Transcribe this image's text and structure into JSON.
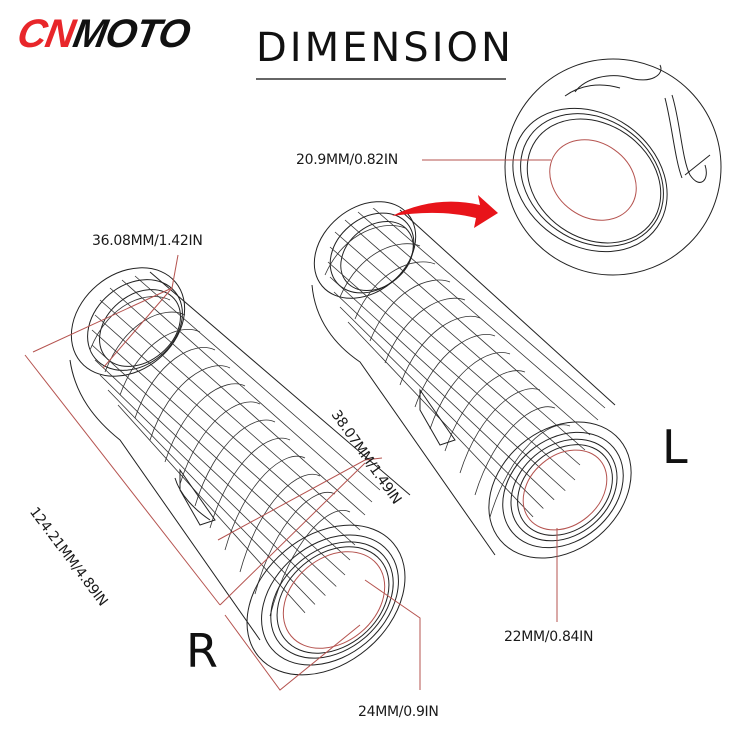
{
  "brand": {
    "logo_part1": "CN",
    "logo_part2": "MOTO",
    "logo_red": "#e8262a",
    "logo_black": "#111111"
  },
  "header": {
    "title": "DIMENSION"
  },
  "dimensions": {
    "outer_end_diameter_top": "36.08MM/1.42IN",
    "length": "124.21MM/4.89IN",
    "outer_end_diameter_bottom": "38.07MM/1.49IN",
    "inner_diameter_right": "24MM/0.9IN",
    "inner_diameter_left": "22MM/0.84IN",
    "inner_diameter_end_detail": "20.9MM/0.82IN"
  },
  "sides": {
    "right": "R",
    "left": "L"
  },
  "colors": {
    "dimension_line": "#b5534f",
    "outline": "#222222",
    "arrow": "#e8141a"
  }
}
